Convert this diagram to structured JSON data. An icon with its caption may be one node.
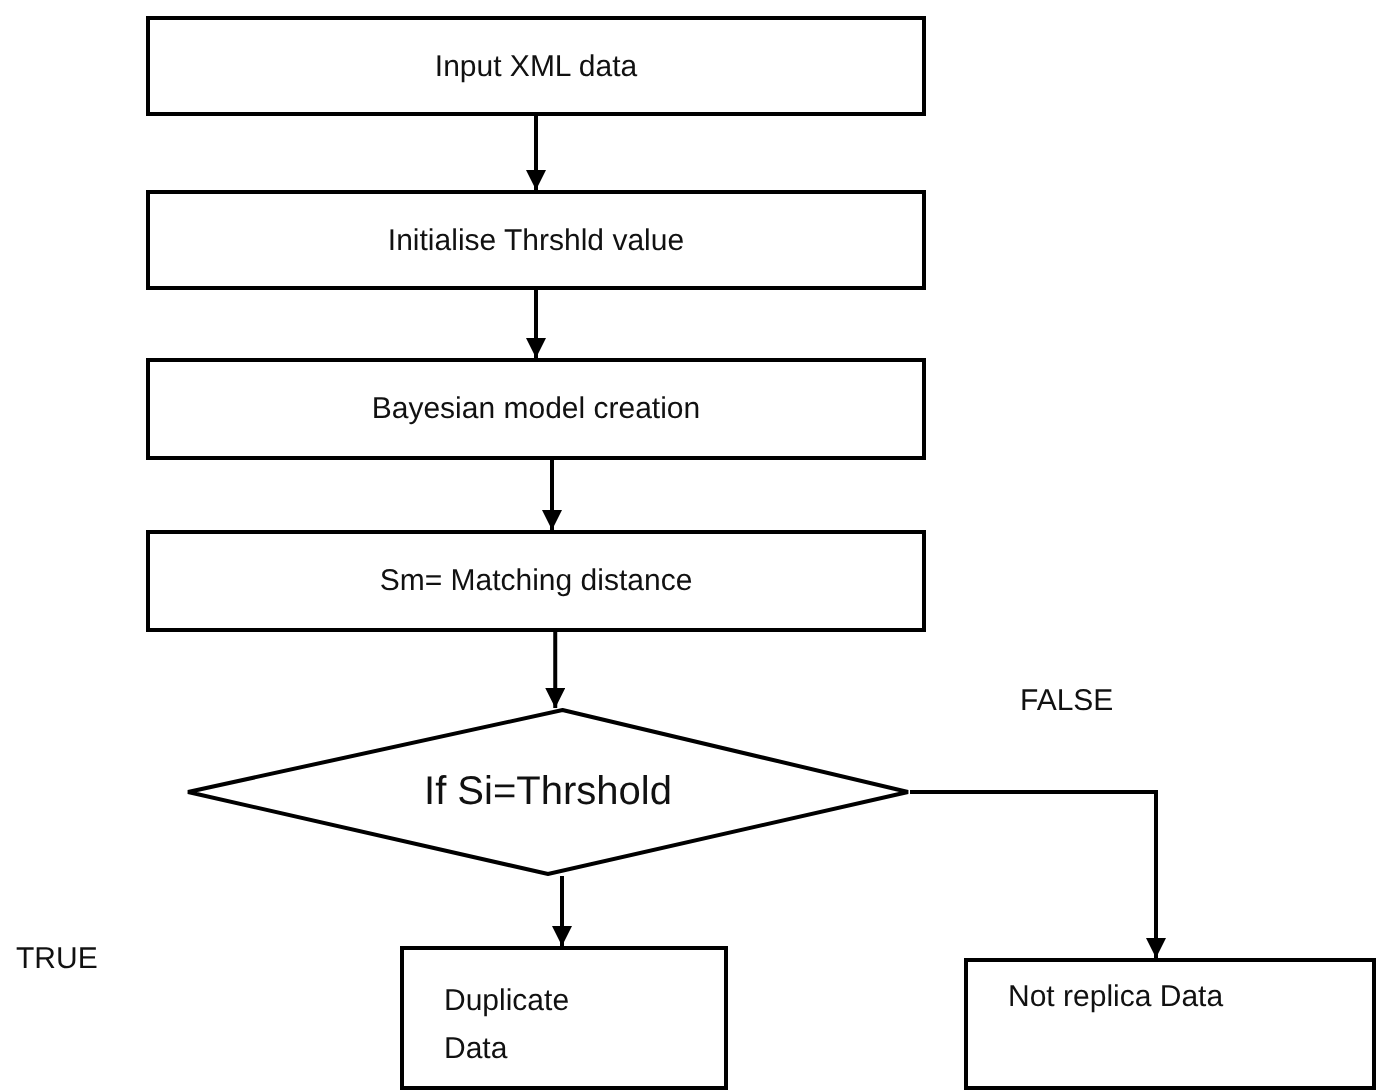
{
  "diagram": {
    "nodes": [
      {
        "text": [
          "Input XML data"
        ]
      },
      {
        "text": [
          "Initialise Thrshld value"
        ]
      },
      {
        "text": [
          "Bayesian model creation"
        ]
      },
      {
        "text": [
          "Sm= Matching distance"
        ]
      },
      {
        "text": [
          "If Si=Thrshold"
        ]
      },
      {
        "text": [
          "Duplicate Data"
        ]
      },
      {
        "text": [
          "Not replica Data"
        ]
      }
    ],
    "edges": [
      {
        "from": 0,
        "to": 1,
        "arrow": "to"
      },
      {
        "from": 1,
        "to": 2,
        "arrow": "to"
      },
      {
        "from": 2,
        "to": 3,
        "arrow": "to"
      },
      {
        "from": 3,
        "to": 4,
        "arrow": "to"
      },
      {
        "from": 4,
        "to": 5,
        "arrow": "to"
      },
      {
        "from": 4,
        "to": 6,
        "arrow": "to"
      }
    ],
    "labels": [
      "FALSE",
      "TRUE"
    ]
  }
}
